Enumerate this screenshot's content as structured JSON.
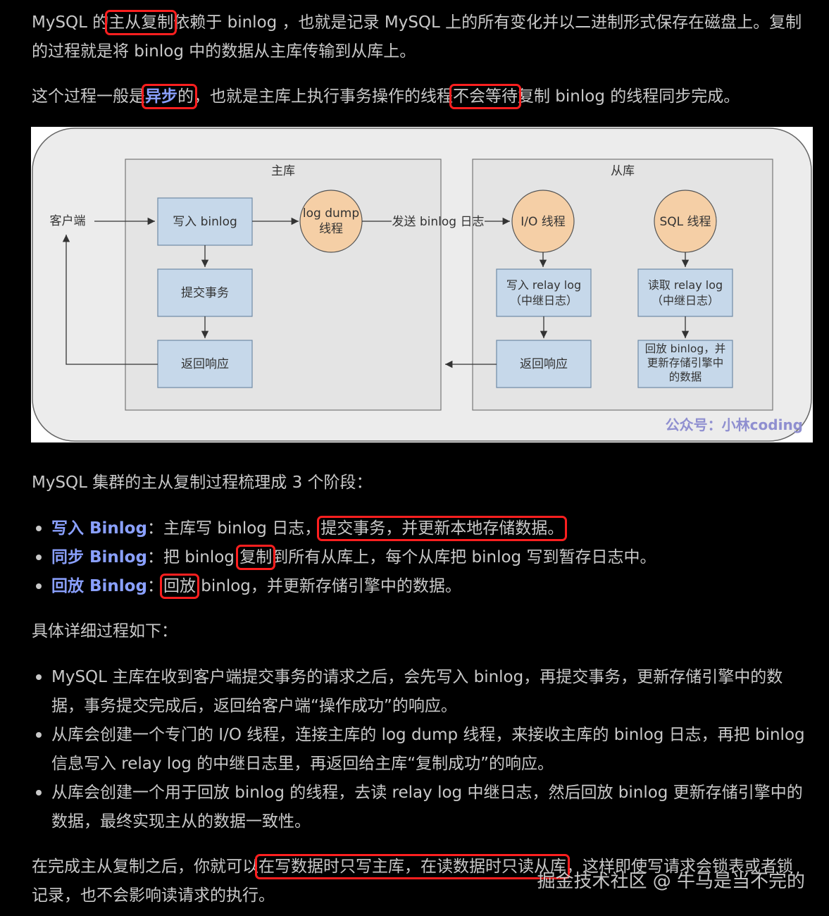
{
  "intro": {
    "p1_a": "MySQL 的",
    "p1_hl": "主从复制",
    "p1_b": "依赖于 binlog ，也就是记录 MySQL 上的所有变化并以二进制形式保存在磁盘上。复制的过程就是将 binlog 中的数据从主库传输到从库上。",
    "p2_a": "这个过程一般是",
    "p2_hl_bold": "异步",
    "p2_hl_rest": "的",
    "p2_b": "，也就是主库上执行事务操作的线程",
    "p2_hl2": "不会等待",
    "p2_c": "复制 binlog 的线程同步完成。"
  },
  "diagram": {
    "master_title": "主库",
    "slave_title": "从库",
    "client": "客户端",
    "write_binlog": "写入 binlog",
    "commit_tx": "提交事务",
    "return_resp": "返回响应",
    "log_dump_1": "log dump",
    "log_dump_2": "线程",
    "send_binlog": "发送 binlog 日志",
    "io_thread": "I/O 线程",
    "sql_thread": "SQL 线程",
    "write_relay_1": "写入  relay log",
    "write_relay_2": "（中继日志）",
    "read_relay_1": "读取  relay log",
    "read_relay_2": "（中继日志）",
    "slave_return": "返回响应",
    "replay_1": "回放 binlog，并",
    "replay_2": "更新存储引擎中",
    "replay_3": "的数据",
    "credit": "公众号：小林coding"
  },
  "stages": {
    "heading": "MySQL 集群的主从复制过程梳理成 3 个阶段：",
    "items": [
      {
        "bold": "写入 Binlog",
        "a": "：主库写 binlog 日志，",
        "hl": "提交事务，并更新本地存储数据。",
        "b": ""
      },
      {
        "bold": "同步 Binlog",
        "a": "：把 binlog ",
        "hl": "复制",
        "b": "到所有从库上，每个从库把 binlog 写到暂存日志中。"
      },
      {
        "bold": "回放 Binlog",
        "a": "：",
        "hl": "回放",
        "b": " binlog，并更新存储引擎中的数据。"
      }
    ]
  },
  "detail": {
    "heading": "具体详细过程如下：",
    "items": [
      "MySQL 主库在收到客户端提交事务的请求之后，会先写入 binlog，再提交事务，更新存储引擎中的数据，事务提交完成后，返回给客户端“操作成功”的响应。",
      "从库会创建一个专门的 I/O 线程，连接主库的 log dump 线程，来接收主库的 binlog 日志，再把 binlog 信息写入 relay log 的中继日志里，再返回给主库“复制成功”的响应。",
      "从库会创建一个用于回放 binlog 的线程，去读 relay log 中继日志，然后回放 binlog 更新存储引擎中的数据，最终实现主从的数据一致性。"
    ]
  },
  "closing": {
    "a": "在完成主从复制之后，你就可以",
    "hl": "在写数据时只写主库，在读数据时只读从库",
    "b": "，这样即使写请求会锁表或者锁记录，也不会影响读请求的执行。"
  },
  "watermark": "掘金技术社区 @ 牛马是当不完的",
  "colors": {
    "background": "#000000",
    "text": "#c9c9c9",
    "accent_blue": "#8aa0ff",
    "highlight_red": "#ff1f1f",
    "box_blue": "#c6d8ea",
    "thread_orange": "#f5cfa6"
  }
}
